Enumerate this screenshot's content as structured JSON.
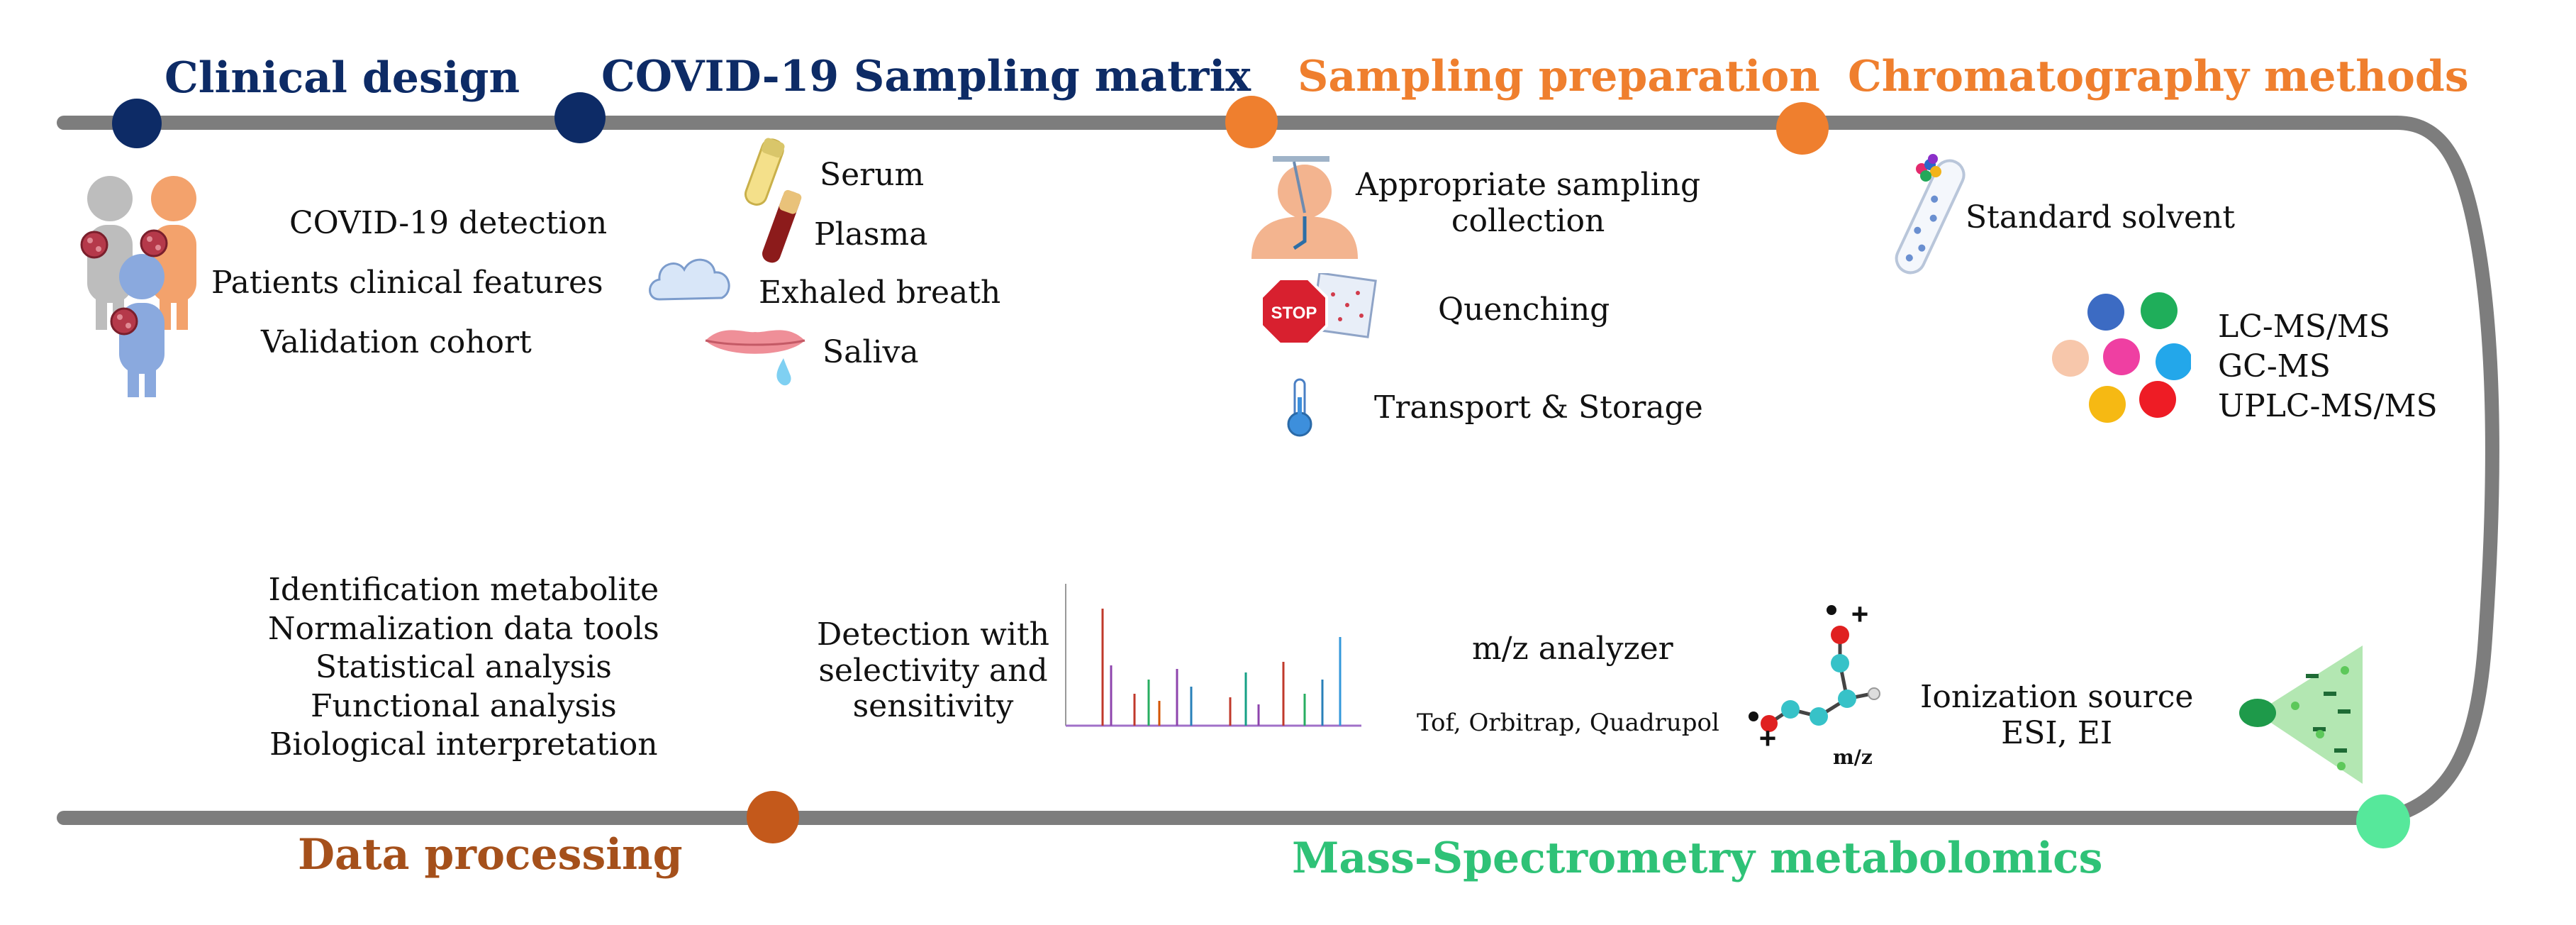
{
  "colors": {
    "track": "#7d7d7d",
    "navy": "#0d2b66",
    "orange": "#ef7f2e",
    "brown": "#a5501b",
    "node_brown": "#c4591b",
    "green": "#2fc277",
    "node_green": "#56e89b",
    "peach": "#f3a26c",
    "skin": "#f0b8a0",
    "blue_person": "#8aa9de",
    "grey_person": "#bdbdbd",
    "lc_blue": "#3c6bc3",
    "lc_green": "#1fae5a",
    "lc_peach": "#f7c7ab",
    "lc_pink": "#ef3fa2",
    "lc_cyan": "#23a7ea",
    "lc_yellow": "#f6b913",
    "lc_red": "#ee1c25"
  },
  "stages": {
    "clinical_design": {
      "title": "Clinical design",
      "items": [
        "COVID-19 detection",
        "Patients clinical features",
        "Validation cohort"
      ],
      "icon": "people-virus-icon"
    },
    "sampling_matrix": {
      "title": "COVID-19 Sampling matrix",
      "items": [
        {
          "label": "Serum",
          "icon": "serum-tube-icon"
        },
        {
          "label": "Plasma",
          "icon": "plasma-tube-icon"
        },
        {
          "label": "Exhaled breath",
          "icon": "breath-cloud-icon"
        },
        {
          "label": "Saliva",
          "icon": "lips-icon"
        }
      ]
    },
    "sampling_preparation": {
      "title": "Sampling preparation",
      "items": [
        {
          "label_line1": "Appropriate sampling",
          "label_line2": "collection",
          "icon": "swab-collection-icon"
        },
        {
          "label": "Quenching",
          "icon": "stop-sign-icon"
        },
        {
          "label": "Transport & Storage",
          "icon": "thermometer-icon"
        }
      ]
    },
    "chromatography": {
      "title": "Chromatography methods",
      "solvent": {
        "label": "Standard solvent",
        "icon": "test-tube-icon"
      },
      "methods": [
        "LC-MS/MS",
        "GC-MS",
        "UPLC-MS/MS"
      ],
      "icon": "chromatography-dots-icon"
    },
    "mass_spec": {
      "title": "Mass-Spectrometry metabolomics",
      "ionization_line1": "Ionization source",
      "ionization_line2": "ESI, EI",
      "analyzer": "m/z analyzer",
      "analyzer_types": "Tof, Orbitrap, Quadrupol",
      "molecule_label": "m/z",
      "detection_line1": "Detection with",
      "detection_line2": "selectivity and",
      "detection_line3": "sensitivity",
      "icons": [
        "ion-cone-icon",
        "molecule-ion-icon",
        "spectrum-icon"
      ]
    },
    "data_processing": {
      "title": "Data processing",
      "items": [
        "Identification metabolite",
        "Normalization data tools",
        "Statistical analysis",
        "Functional analysis",
        "Biological interpretation"
      ]
    }
  }
}
